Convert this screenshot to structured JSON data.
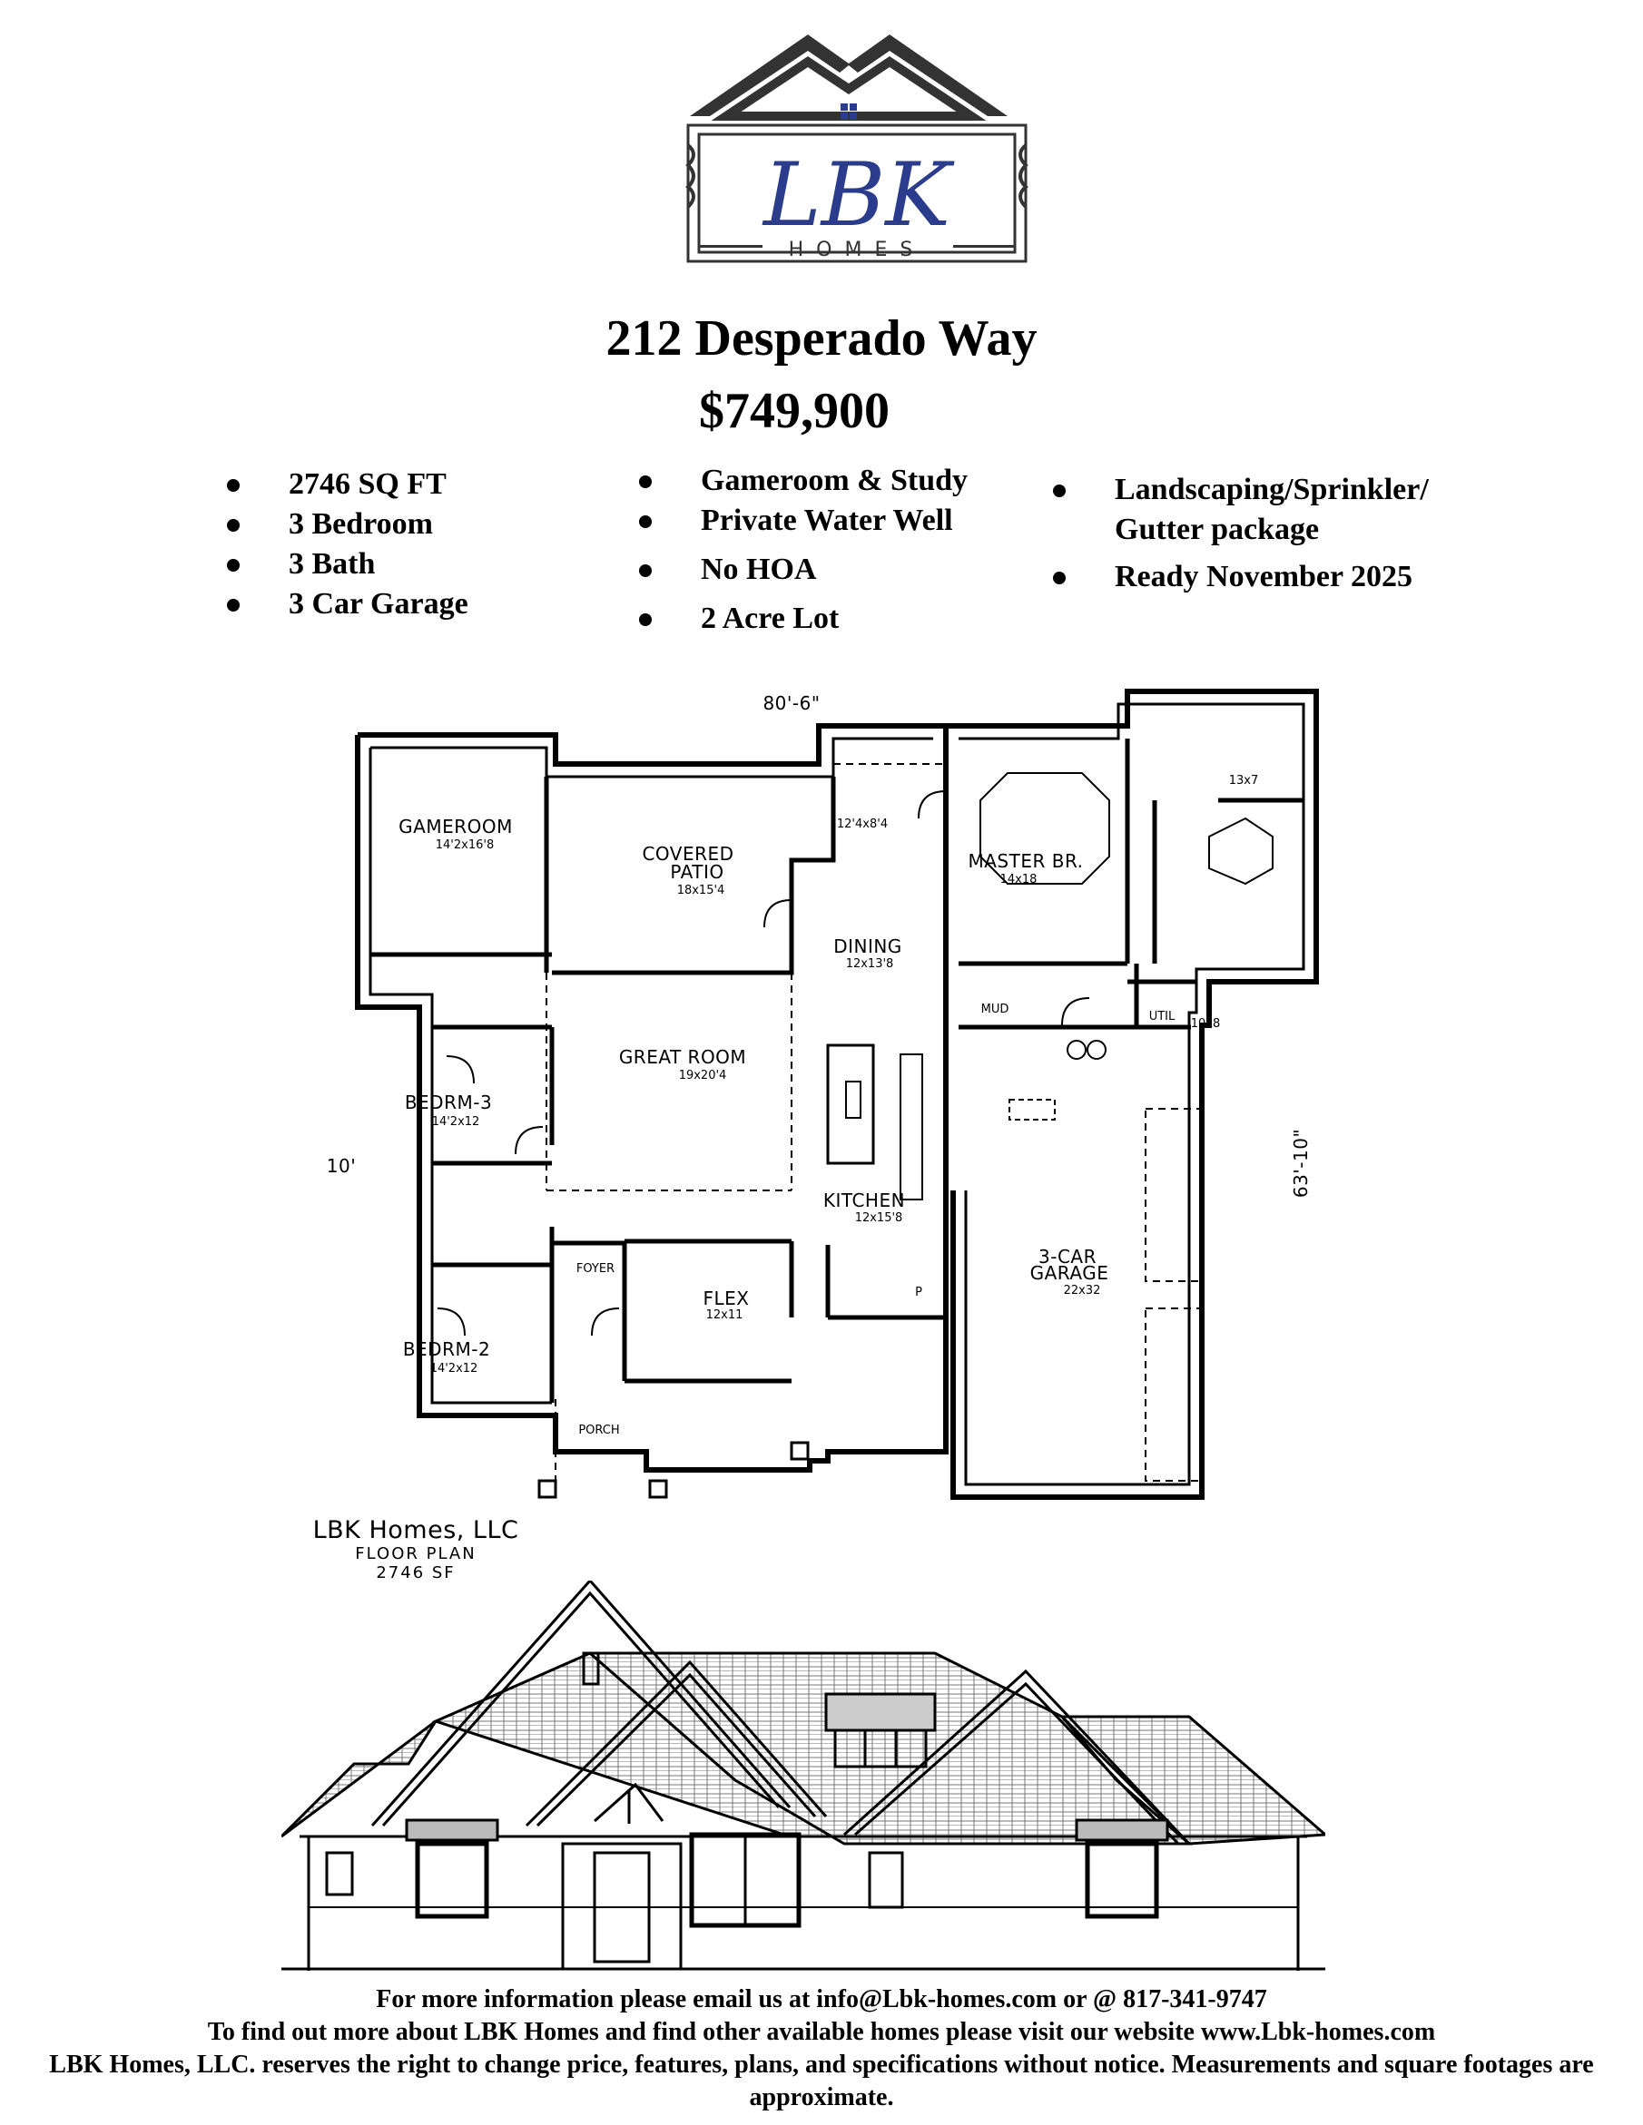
{
  "logo": {
    "brand": "LBK",
    "sub": "HOMES"
  },
  "listing": {
    "address": "212 Desperado Way",
    "price": "$749,900"
  },
  "features": {
    "col1": [
      "2746 SQ FT",
      "3 Bedroom",
      "3 Bath",
      "3 Car Garage"
    ],
    "col2": [
      "Gameroom & Study",
      "Private Water Well",
      "No HOA",
      "2 Acre Lot"
    ],
    "col3": [
      "Landscaping/Sprinkler/\nGutter package",
      "Ready November 2025"
    ]
  },
  "plan": {
    "width_dim": "80'-6\"",
    "depth_dim": "63'-10\"",
    "rooms": {
      "gameroom": {
        "name": "GAMEROOM",
        "size": "14'2x16'8"
      },
      "covered_patio": {
        "name": "COVERED",
        "name2": "PATIO",
        "size": "18x15'4"
      },
      "patio_ext": {
        "size": "12'4x8'4"
      },
      "master": {
        "name": "MASTER BR.",
        "size": "14x18"
      },
      "closet": {
        "size": "13x7"
      },
      "dining": {
        "name": "DINING",
        "size": "12x13'8"
      },
      "mud": {
        "name": "MUD"
      },
      "util": {
        "name": "UTIL",
        "size": "10x8"
      },
      "great_room": {
        "name": "GREAT ROOM",
        "size": "19x20'4"
      },
      "bedrm3": {
        "name": "BEDRM-3",
        "size": "14'2x12"
      },
      "bath_ceiling": {
        "name": "10'"
      },
      "kitchen": {
        "name": "KITCHEN",
        "size": "12x15'8"
      },
      "garage": {
        "name": "3-CAR",
        "name2": "GARAGE",
        "size": "22x32"
      },
      "foyer": {
        "name": "FOYER"
      },
      "flex": {
        "name": "FLEX",
        "size": "12x11"
      },
      "pantry": {
        "name": "P"
      },
      "bedrm2": {
        "name": "BEDRM-2",
        "size": "14'2x12"
      },
      "porch": {
        "name": "PORCH"
      }
    }
  },
  "caption": {
    "company": "LBK Homes, LLC",
    "label": "FLOOR PLAN",
    "sf": "2746 SF"
  },
  "footer": {
    "line1": "For more information please email us at info@Lbk-homes.com or @ 817-341-9747",
    "line2": "To find out more about LBK Homes and find other available homes please visit our website www.Lbk-homes.com",
    "line3": "LBK Homes, LLC. reserves the right to change price, features, plans, and specifications without notice.  Measurements and square footages are approximate."
  },
  "colors": {
    "brand_blue": "#2b3c8c",
    "logo_dark": "#333333"
  }
}
